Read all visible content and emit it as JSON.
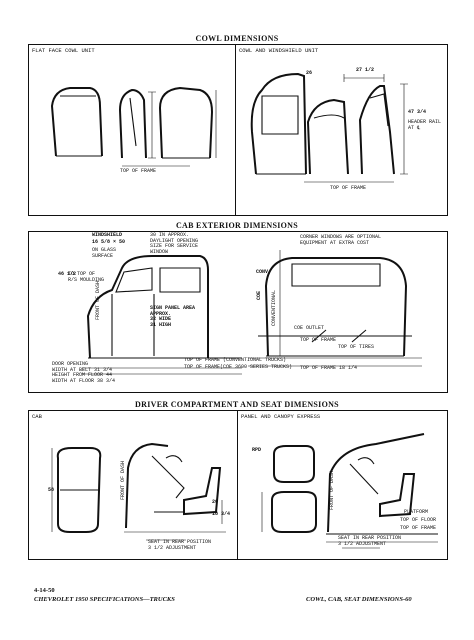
{
  "cowl": {
    "title": "COWL DIMENSIONS",
    "panel_left_title": "FLAT FACE COWL UNIT",
    "panel_right_title": "COWL AND WINDSHIELD UNIT",
    "left_labels": {
      "top_of_frame": "TOP OF FRAME"
    },
    "right_labels": {
      "dim_top": "26",
      "dim_top_right": "27 1/2",
      "dim_right_a": "47 3/4",
      "dim_right_b": "HEADER RAIL AT ℄",
      "top_of_frame": "TOP OF FRAME"
    }
  },
  "cab_ext": {
    "title": "CAB EXTERIOR DIMENSIONS",
    "left_labels": {
      "windshield": "WINDSHIELD",
      "windshield_dim": "16 5/8 × 50",
      "glass": "ON GLASS\nSURFACE",
      "approx": "30 IN APPROX.\nDAYLIGHT OPENING\nSIZE FOR SERVICE\nWINDOW",
      "dim_46": "46 1/2",
      "top_of_molding": "TO TOP OF\nR/S MOULDING",
      "front_of_dash": "FRONT OF DASH",
      "sign_panel": "SIGN PANEL AREA\nAPPROX.\n32 WIDE\n31 HIGH",
      "door_opening": "DOOR OPENING\nWIDTH AT BELT 31 3/4\nHEIGHT FROM FLOOR 44\nWIDTH AT FLOOR 38 3/4",
      "top_of_frame_conv": "TOP OF FRAME (CONVENTIONAL TRUCKS)",
      "top_of_frame_cab": "TOP OF FRAME(COE 3600 SERIES TRUCKS)"
    },
    "right_labels": {
      "corner_windows": "CORNER WINDOWS ARE OPTIONAL\nEQUIPMENT AT EXTRA COST",
      "conv": "CONV",
      "coe": "COE",
      "conventional": "CONVENTIONAL",
      "cowl_outlet": "COE OUTLET",
      "top_of_frame_rt": "TOP OF FRAME",
      "top_of_frame_18": "TOP OF FRAME 18 1/4",
      "top_of_tires": "TOP OF TIRES"
    }
  },
  "driver": {
    "title": "DRIVER COMPARTMENT AND SEAT DIMENSIONS",
    "panel_left_title": "CAB",
    "panel_right_title": "PANEL AND CANOPY EXPRESS",
    "left_labels": {
      "dim_58": "58",
      "front_of_dash": "FRONT OF DASH",
      "seat_note": "SEAT IN REAR POSITION\n3 1/2 ADJUSTMENT",
      "dim_20": "20",
      "dim_18": "18 3/4"
    },
    "right_labels": {
      "rpd": "RPD",
      "platform": "PLATFORM",
      "top_of_floor": "TOP OF FLOOR",
      "top_of_frame": "TOP OF FRAME",
      "seat_note": "SEAT IN REAR POSITION\n3 1/2 ADJUSTMENT",
      "front_of_dash": "FRONT OF DASH"
    }
  },
  "footer": {
    "date": "4-14-50",
    "left": "CHEVROLET 1950 SPECIFICATIONS—TRUCKS",
    "right": "COWL, CAB, SEAT DIMENSIONS-60"
  }
}
